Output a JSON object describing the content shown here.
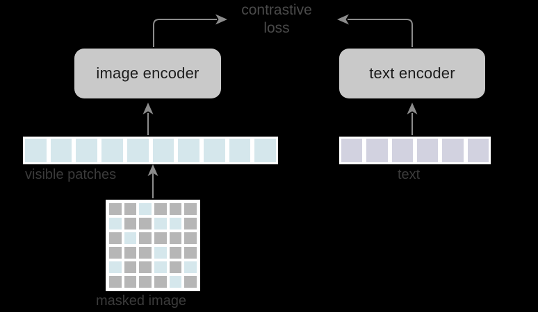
{
  "diagram": {
    "title": "Masked image and text contrastive learning pipeline",
    "background_color": "#000000"
  },
  "labels": {
    "contrastive_loss_line1": "contrastive",
    "contrastive_loss_line2": "loss",
    "image_encoder": "image encoder",
    "text_encoder": "text encoder",
    "visible_patches": "visible patches",
    "text": "text",
    "masked_image": "masked image"
  },
  "colors": {
    "background": "#000000",
    "encoder_fill": "#c9c9c9",
    "encoder_text": "#1c1c1c",
    "visible_patch_fill": "#d5e7ec",
    "text_token_fill": "#d2d2e0",
    "masked_cell_fill": "#b6b6b6",
    "strip_frame": "#ffffff",
    "arrow_stroke": "#8c8c8c",
    "caption_text": "#3b3b3b",
    "loss_text": "#4a4a4a"
  },
  "visible_patches_strip": {
    "count": 10,
    "cells": [
      {
        "state": "visible"
      },
      {
        "state": "visible"
      },
      {
        "state": "visible"
      },
      {
        "state": "visible"
      },
      {
        "state": "visible"
      },
      {
        "state": "visible"
      },
      {
        "state": "visible"
      },
      {
        "state": "visible"
      },
      {
        "state": "visible"
      },
      {
        "state": "visible"
      }
    ]
  },
  "text_tokens_strip": {
    "count": 6,
    "cells": [
      {
        "state": "token"
      },
      {
        "state": "token"
      },
      {
        "state": "token"
      },
      {
        "state": "token"
      },
      {
        "state": "token"
      },
      {
        "state": "token"
      }
    ]
  },
  "masked_image_grid": {
    "rows": 6,
    "cols": 6,
    "legend": {
      "m": "masked",
      "v": "visible"
    },
    "pattern": [
      [
        "m",
        "m",
        "v",
        "m",
        "m",
        "m"
      ],
      [
        "v",
        "m",
        "m",
        "v",
        "v",
        "m"
      ],
      [
        "m",
        "v",
        "m",
        "m",
        "m",
        "m"
      ],
      [
        "m",
        "m",
        "m",
        "v",
        "m",
        "m"
      ],
      [
        "v",
        "m",
        "m",
        "v",
        "m",
        "v"
      ],
      [
        "m",
        "m",
        "m",
        "m",
        "v",
        "m"
      ]
    ]
  },
  "connectors": [
    {
      "name": "masked-image-to-visible-patches",
      "direction": "up"
    },
    {
      "name": "visible-patches-to-image-encoder",
      "direction": "up"
    },
    {
      "name": "text-tokens-to-text-encoder",
      "direction": "up"
    },
    {
      "name": "image-encoder-to-loss",
      "direction": "right"
    },
    {
      "name": "text-encoder-to-loss",
      "direction": "left"
    }
  ]
}
